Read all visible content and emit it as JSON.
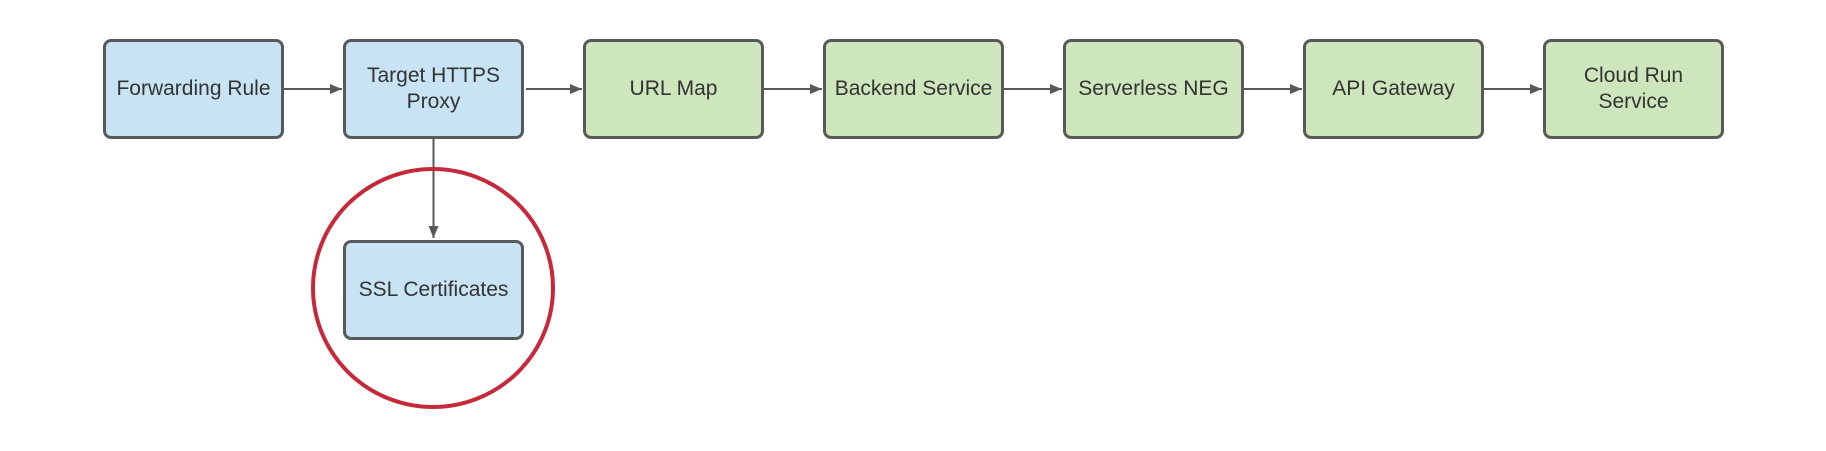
{
  "diagram": {
    "type": "flowchart",
    "subject": "Google Cloud HTTPS load balancing to Cloud Run via API Gateway",
    "colors": {
      "blue_fill": "#c8e4f4",
      "green_fill": "#cde6bc",
      "node_border": "#58595b",
      "arrow": "#595959",
      "highlight_red": "#c5293a",
      "text": "#333333",
      "background": "#ffffff"
    },
    "nodes": [
      {
        "id": "forwarding-rule",
        "label": "Forwarding Rule",
        "fill": "blue"
      },
      {
        "id": "target-https-proxy",
        "label": "Target HTTPS\nProxy",
        "fill": "blue"
      },
      {
        "id": "url-map",
        "label": "URL Map",
        "fill": "green"
      },
      {
        "id": "backend-service",
        "label": "Backend Service",
        "fill": "green"
      },
      {
        "id": "serverless-neg",
        "label": "Serverless NEG",
        "fill": "green"
      },
      {
        "id": "api-gateway",
        "label": "API Gateway",
        "fill": "green"
      },
      {
        "id": "cloud-run-service",
        "label": "Cloud Run\nService",
        "fill": "green"
      },
      {
        "id": "ssl-certificates",
        "label": "SSL Certificates",
        "fill": "blue"
      }
    ],
    "edges": [
      {
        "from": "Forwarding Rule",
        "to": "Target HTTPS Proxy",
        "direction": "right"
      },
      {
        "from": "Target HTTPS Proxy",
        "to": "URL Map",
        "direction": "right"
      },
      {
        "from": "URL Map",
        "to": "Backend Service",
        "direction": "right"
      },
      {
        "from": "Backend Service",
        "to": "Serverless NEG",
        "direction": "right"
      },
      {
        "from": "Serverless NEG",
        "to": "API Gateway",
        "direction": "right"
      },
      {
        "from": "API Gateway",
        "to": "Cloud Run Service",
        "direction": "right"
      },
      {
        "from": "Target HTTPS Proxy",
        "to": "SSL Certificates",
        "direction": "down"
      }
    ],
    "annotation": {
      "shape": "ellipse",
      "color": "#c5293a",
      "around": "SSL Certificates"
    }
  }
}
